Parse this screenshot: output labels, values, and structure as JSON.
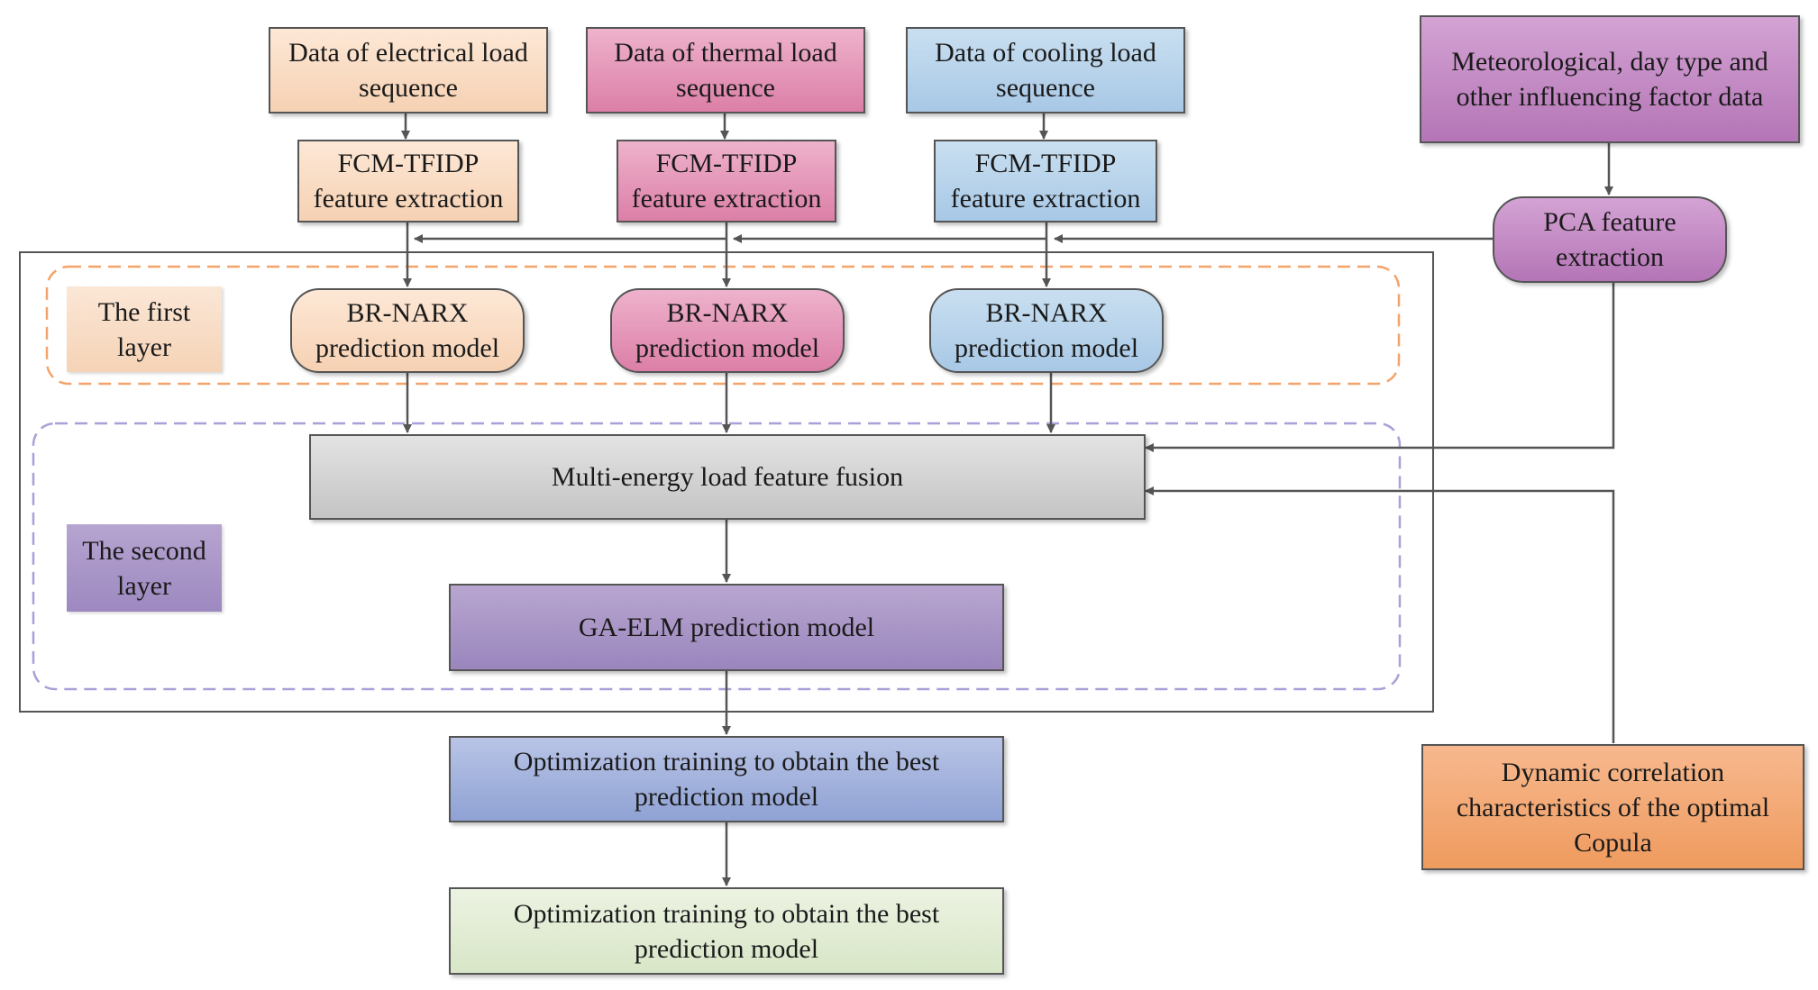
{
  "inputs": {
    "electrical": "Data of electrical load\nsequence",
    "thermal": "Data of thermal load\nsequence",
    "cooling": "Data of cooling load\nsequence",
    "meteorological": "Meteorological, day type and\nother influencing factor data"
  },
  "extraction": {
    "fcm_electrical": "FCM-TFIDP\nfeature extraction",
    "fcm_thermal": "FCM-TFIDP\nfeature extraction",
    "fcm_cooling": "FCM-TFIDP\nfeature extraction",
    "pca": "PCA feature\nextraction"
  },
  "first_layer": {
    "label": "The first\nlayer",
    "model_electrical": "BR-NARX\nprediction model",
    "model_thermal": "BR-NARX\nprediction model",
    "model_cooling": "BR-NARX\nprediction model"
  },
  "second_layer": {
    "label": "The second\nlayer",
    "fusion": "Multi-energy load feature fusion",
    "ga_elm": "GA-ELM prediction model"
  },
  "outputs": {
    "optimization_1": "Optimization training to obtain the best\nprediction model",
    "optimization_2": "Optimization training to obtain the best\nprediction model"
  },
  "copula": "Dynamic correlation\ncharacteristics of the optimal\nCopula",
  "colors": {
    "electrical": "#f6d1b3",
    "thermal": "#dc7fa7",
    "cooling": "#a8c8e6",
    "meteorological": "#b475b6",
    "first_layer_dash": "#f4a36a",
    "second_layer_dash": "#a9a0d8",
    "copula": "#ef9b5e",
    "arrow": "#555555"
  }
}
